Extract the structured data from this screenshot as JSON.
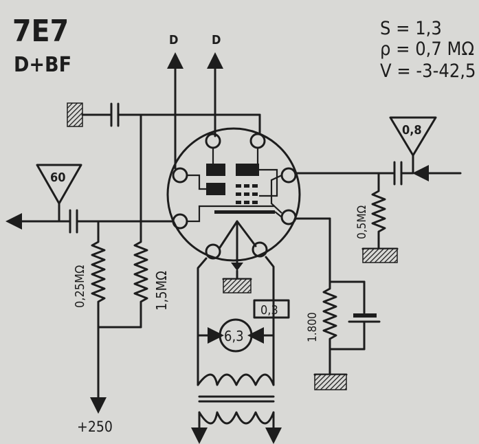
{
  "tube": {
    "type": "7E7",
    "function": "D+BF"
  },
  "specs": {
    "s": "S = 1,3",
    "rho": "ρ = 0,7 MΩ",
    "v": "V = -3-42,5"
  },
  "labels": {
    "diode_out_1": "D",
    "diode_out_2": "D",
    "input_triangle": "60",
    "output_triangle": "0,8",
    "r_grid": "0,25MΩ",
    "r_load": "1,5MΩ",
    "r_output": "0,5MΩ",
    "r_cathode": "1.800",
    "heater_current": "0,3",
    "heater_voltage": "6,3",
    "supply": "+250"
  },
  "colors": {
    "ink": "#1d1d1d",
    "paper": "#d9d9d6"
  }
}
